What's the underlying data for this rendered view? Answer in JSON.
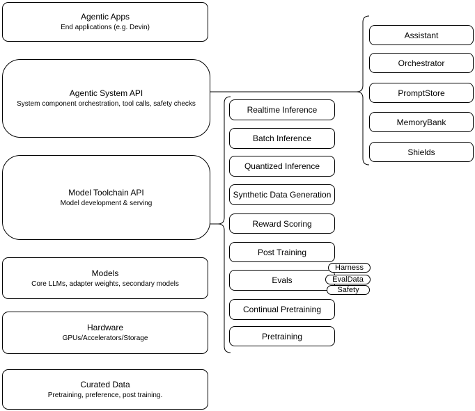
{
  "diagram": {
    "layers": [
      {
        "title": "Agentic Apps",
        "subtitle": "End applications (e.g. Devin)"
      },
      {
        "title": "Agentic System API",
        "subtitle": "System component orchestration, tool calls, safety checks"
      },
      {
        "title": "Model Toolchain API",
        "subtitle": "Model development & serving"
      },
      {
        "title": "Models",
        "subtitle": "Core LLMs, adapter weights, secondary models"
      },
      {
        "title": "Hardware",
        "subtitle": "GPUs/Accelerators/Storage"
      },
      {
        "title": "Curated Data",
        "subtitle": "Pretraining, preference, post training."
      }
    ],
    "model_toolchain_services": [
      "Realtime Inference",
      "Batch Inference",
      "Quantized Inference",
      "Synthetic Data Generation",
      "Reward Scoring",
      "Post Training",
      "Evals",
      "Continual Pretraining",
      "Pretraining"
    ],
    "evals_tags": [
      "Harness",
      "EvalData",
      "Safety"
    ],
    "agentic_system_services": [
      "Assistant",
      "Orchestrator",
      "PromptStore",
      "MemoryBank",
      "Shields"
    ],
    "colors": {
      "stroke": "#000000",
      "fill": "#ffffff",
      "background": "#ffffff",
      "text": "#000000"
    }
  }
}
